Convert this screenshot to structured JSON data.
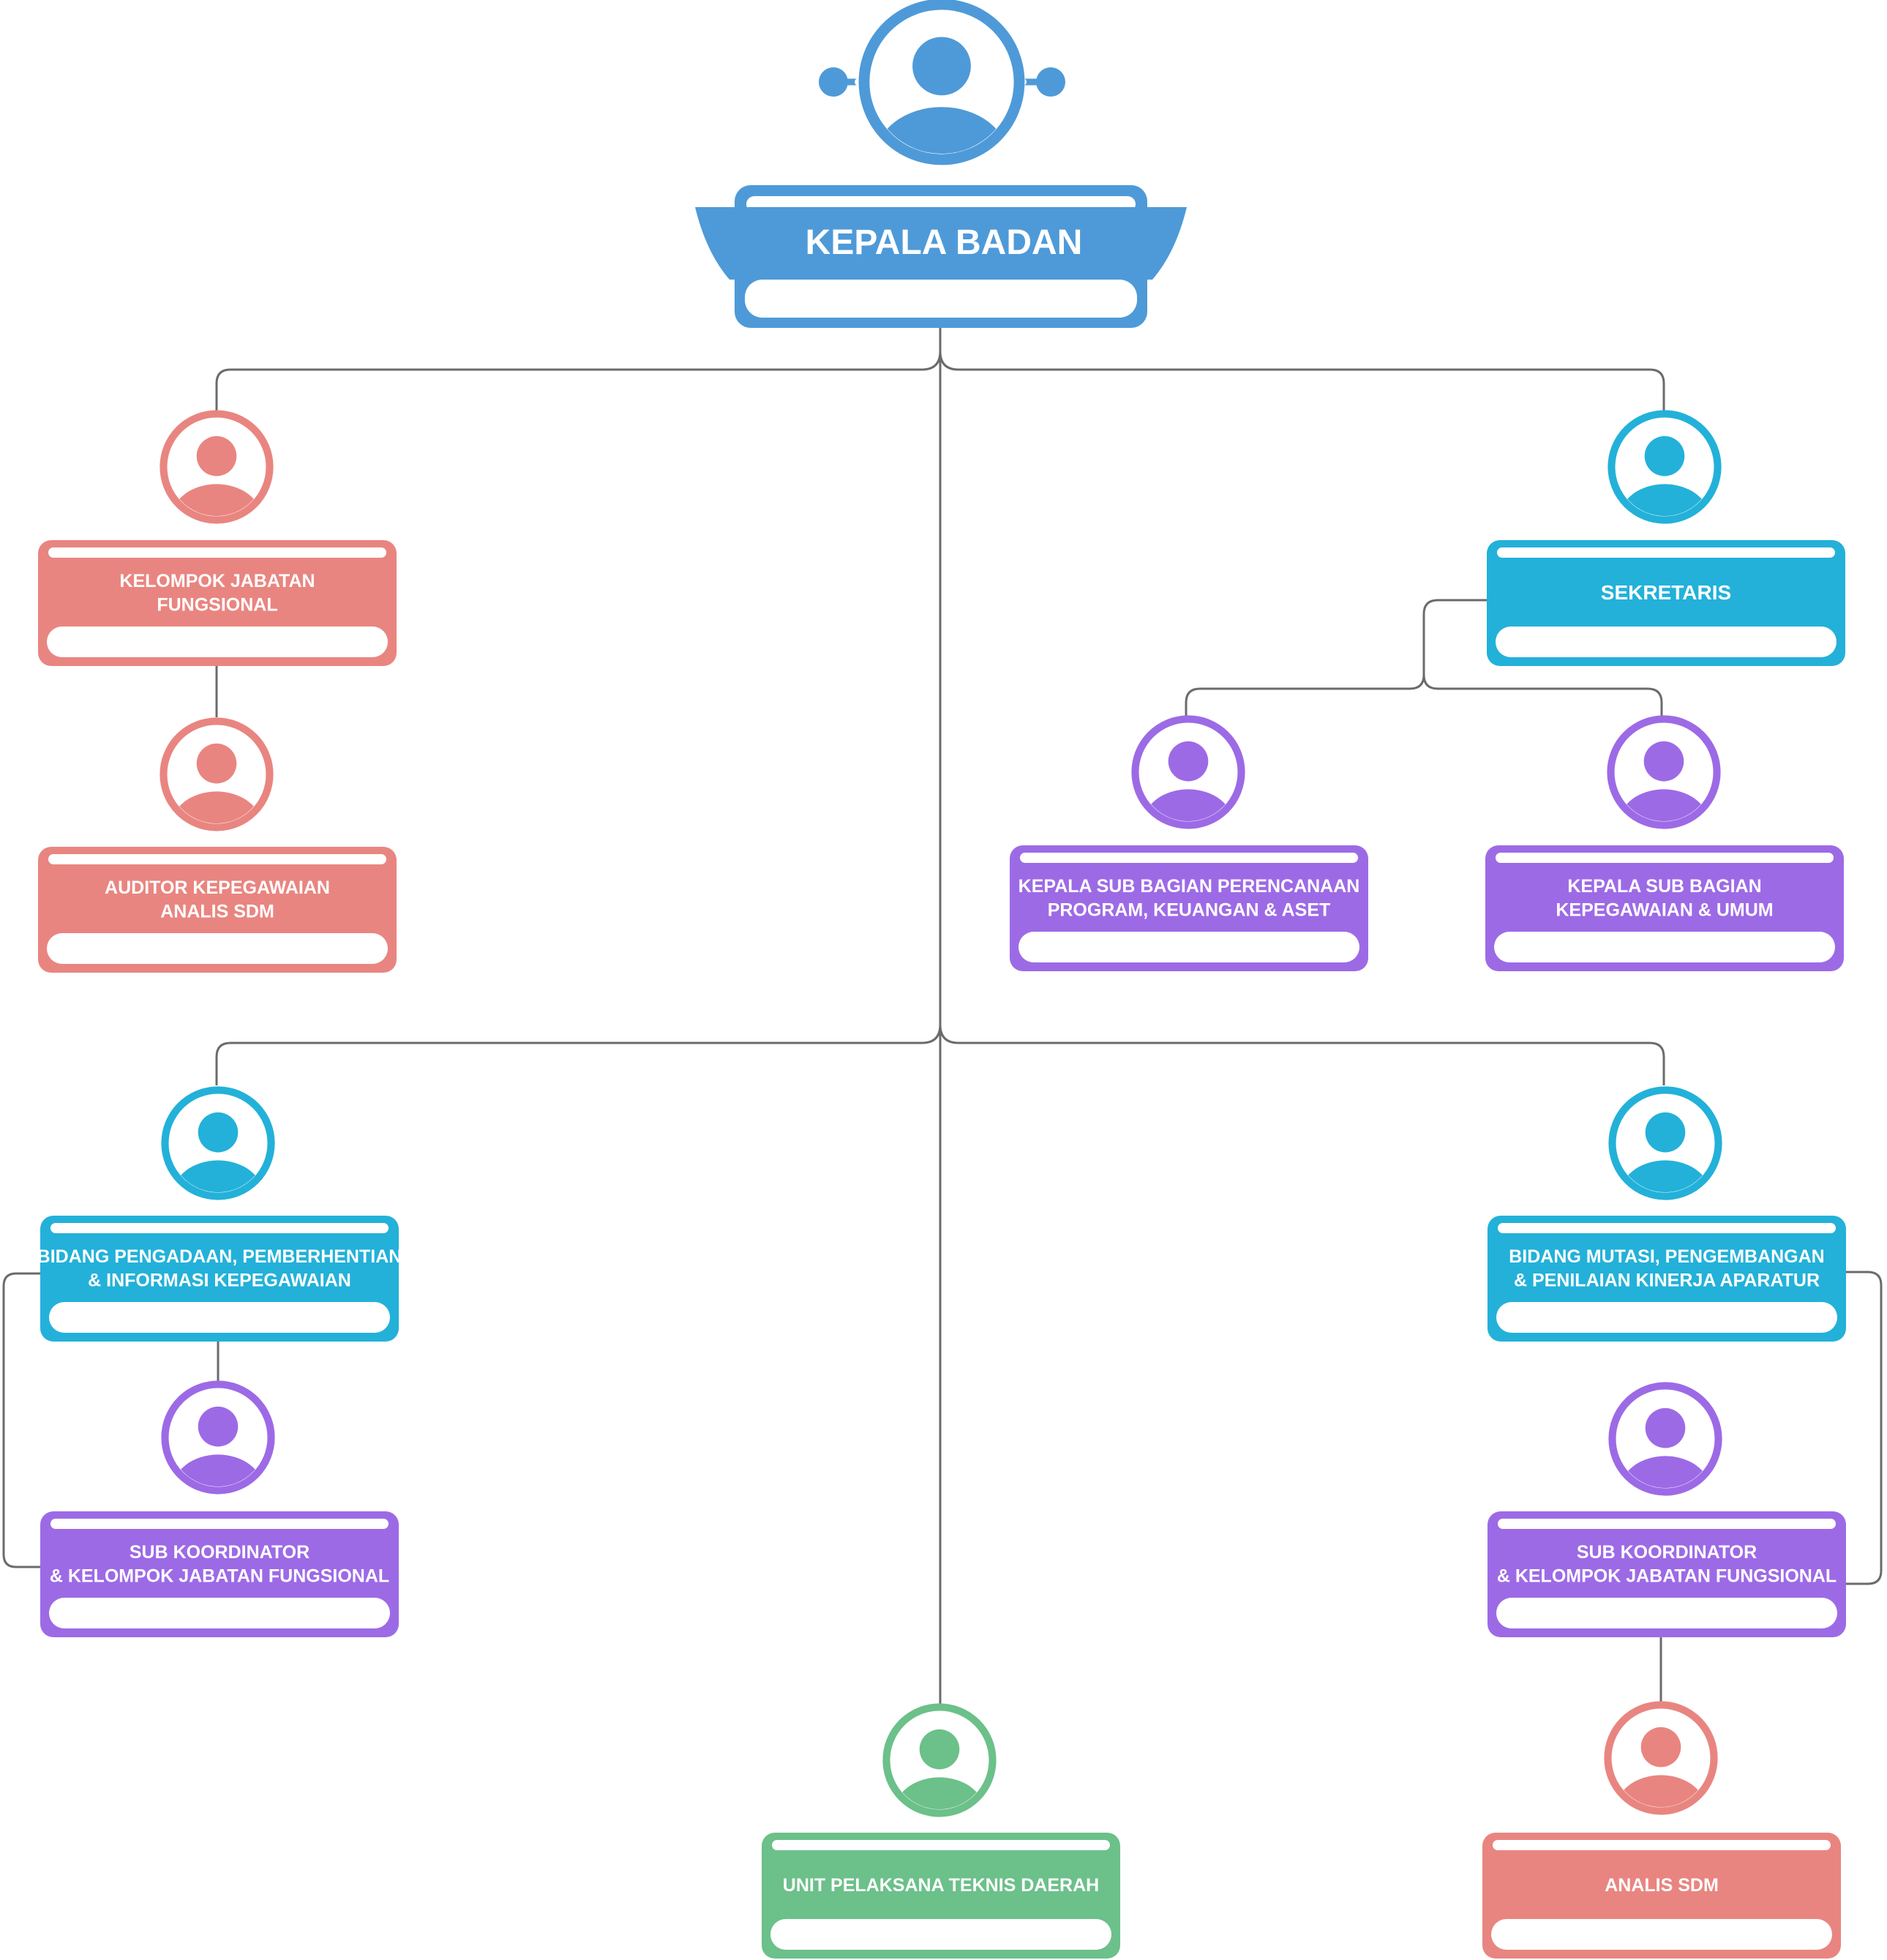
{
  "colors": {
    "blue": "#4e9ad8",
    "cyan": "#23b1d9",
    "coral": "#e98580",
    "purple": "#9d6ae6",
    "green": "#6cc08a",
    "line": "#6b6b6b"
  },
  "icons": {
    "person": "person-avatar-icon"
  },
  "nodes": {
    "kepala_badan": {
      "label": [
        "KEPALA BADAN"
      ],
      "color": "blue"
    },
    "kelompok_jabatan": {
      "label": [
        "KELOMPOK JABATAN",
        "FUNGSIONAL"
      ],
      "color": "coral"
    },
    "auditor": {
      "label": [
        "AUDITOR KEPEGAWAIAN",
        "ANALIS SDM"
      ],
      "color": "coral"
    },
    "sekretaris": {
      "label": [
        "SEKRETARIS"
      ],
      "color": "cyan"
    },
    "kasubag_perencanaan": {
      "label": [
        "KEPALA SUB BAGIAN PERENCANAAN",
        "PROGRAM, KEUANGAN & ASET"
      ],
      "color": "purple"
    },
    "kasubag_kepegawaian": {
      "label": [
        "KEPALA SUB BAGIAN",
        "KEPEGAWAIAN & UMUM"
      ],
      "color": "purple"
    },
    "bidang_pengadaan": {
      "label": [
        "BIDANG PENGADAAN, PEMBERHENTIAN",
        "& INFORMASI KEPEGAWAIAN"
      ],
      "color": "cyan"
    },
    "subkoor_left": {
      "label": [
        "SUB KOORDINATOR",
        "& KELOMPOK JABATAN FUNGSIONAL"
      ],
      "color": "purple"
    },
    "bidang_mutasi": {
      "label": [
        "BIDANG MUTASI, PENGEMBANGAN",
        "& PENILAIAN KINERJA APARATUR"
      ],
      "color": "cyan"
    },
    "subkoor_right": {
      "label": [
        "SUB KOORDINATOR",
        "& KELOMPOK JABATAN FUNGSIONAL"
      ],
      "color": "purple"
    },
    "uptd": {
      "label": [
        "UNIT PELAKSANA TEKNIS DAERAH"
      ],
      "color": "green"
    },
    "analis_sdm": {
      "label": [
        "ANALIS SDM"
      ],
      "color": "coral"
    }
  }
}
